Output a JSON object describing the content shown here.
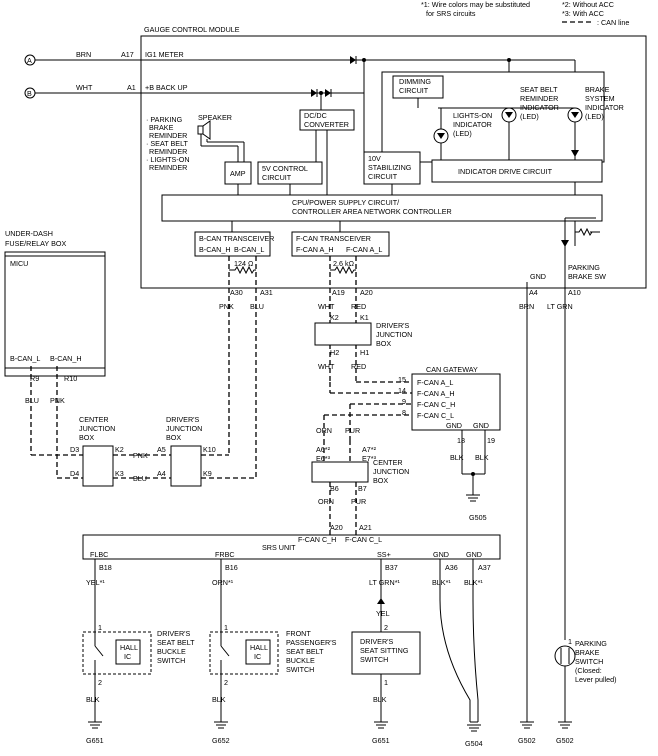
{
  "notes": {
    "note1": "*1: Wire colors may be substituted",
    "note1b": "for SRS circuits",
    "note2": "*2: Without ACC",
    "note3": "*3: With ACC",
    "legend_can": ": CAN line"
  },
  "gcm": {
    "title": "GAUGE CONTROL MODULE",
    "ig1_pin": "A17",
    "ig1_label": "IG1 METER",
    "backup_pin": "A1",
    "backup_label": "+B BACK UP",
    "dimming": [
      "DIMMING",
      "CIRCUIT"
    ],
    "dcdc": [
      "DC/DC",
      "CONVERTER"
    ],
    "reminders": [
      "· PARKING",
      "BRAKE",
      "REMINDER",
      "· SEAT BELT",
      "REMINDER",
      "· LIGHTS-ON",
      "REMINDER"
    ],
    "speaker": "SPEAKER",
    "amp": "AMP",
    "sv_control": [
      "5V CONTROL",
      "CIRCUIT"
    ],
    "stabilizing": [
      "10V",
      "STABILIZING",
      "CIRCUIT"
    ],
    "lights_on_led": [
      "LIGHTS-ON",
      "INDICATOR",
      "(LED)"
    ],
    "seatbelt_led": [
      "SEAT BELT",
      "REMINDER",
      "INDICATOR",
      "(LED)"
    ],
    "brake_led": [
      "BRAKE",
      "SYSTEM",
      "INDICATOR",
      "(LED)"
    ],
    "indicator_drive": "INDICATOR DRIVE CIRCUIT",
    "cpu": [
      "CPU/POWER SUPPLY CIRCUIT/",
      "CONTROLLER AREA NETWORK CONTROLLER"
    ],
    "bcan_trans": "B-CAN TRANSCEIVER",
    "bcan_h": "B-CAN_H",
    "bcan_l": "B-CAN_L",
    "fcan_trans": "F-CAN TRANSCEIVER",
    "fcan_ah": "F-CAN A_H",
    "fcan_al": "F-CAN A_L",
    "res_b": "124 Ω",
    "res_f": "2.6 kΩ",
    "gnd": "GND",
    "parking_sw": [
      "PARKING",
      "BRAKE SW"
    ],
    "pins": {
      "a30": "A30",
      "a31": "A31",
      "a19": "A19",
      "a20": "A20",
      "a4": "A4",
      "a10": "A10"
    }
  },
  "inputs": {
    "a_letter": "A",
    "a_color": "BRN",
    "b_letter": "B",
    "b_color": "WHT"
  },
  "wires": {
    "pnk": "PNK",
    "blu": "BLU",
    "wht": "WHT",
    "red": "RED",
    "brn": "BRN",
    "ltgrn": "LT GRN",
    "orn": "ORN",
    "pur": "PUR",
    "blk": "BLK",
    "yel": "YEL",
    "yel1": "YEL*¹",
    "orn1": "ORN*¹",
    "ltgrn1": "LT GRN*¹",
    "blk1": "BLK*¹"
  },
  "fuse_box": {
    "title": [
      "UNDER-DASH",
      "FUSE/RELAY BOX"
    ],
    "micu": "MICU",
    "bcan_l": "B-CAN_L",
    "bcan_h": "B-CAN_H",
    "r9": "R9",
    "r10": "R10"
  },
  "djb1": {
    "label": [
      "DRIVER'S",
      "JUNCTION",
      "BOX"
    ],
    "k2": "K2",
    "k1": "K1",
    "h2": "H2",
    "h1": "H1"
  },
  "gateway": {
    "title": "CAN GATEWAY",
    "pins": [
      "15",
      "14",
      "9",
      "8"
    ],
    "labels": [
      "F-CAN A_L",
      "F-CAN A_H",
      "F-CAN C_H",
      "F-CAN C_L"
    ],
    "gnd": "GND",
    "gnd_pins": [
      "18",
      "19"
    ],
    "ground": "G505"
  },
  "cjb_left": {
    "label": [
      "CENTER",
      "JUNCTION",
      "BOX"
    ],
    "d3": "D3",
    "k2": "K2",
    "d4": "D4",
    "k3": "K3"
  },
  "djb2": {
    "label": [
      "DRIVER'S",
      "JUNCTION",
      "BOX"
    ],
    "a5": "A5",
    "k10": "K10",
    "a4": "A4",
    "k9": "K9"
  },
  "cjb_mid": {
    "label": [
      "CENTER",
      "JUNCTION",
      "BOX"
    ],
    "a6": "A6*²",
    "e6": "E6*³",
    "a7": "A7*²",
    "e7": "E7*³",
    "b6": "B6",
    "b7": "B7"
  },
  "srs": {
    "title": "SRS UNIT",
    "fcan_ch": "F-CAN C_H",
    "fcan_cl": "F-CAN C_L",
    "a20": "A20",
    "a21": "A21",
    "flbc": "FLBC",
    "frbc": "FRBC",
    "ssp": "SS+",
    "gnd": "GND",
    "b18": "B18",
    "b16": "B16",
    "b37": "B37",
    "a36": "A36",
    "a37": "A37"
  },
  "switches": {
    "driver": [
      "DRIVER'S",
      "SEAT BELT",
      "BUCKLE",
      "SWITCH"
    ],
    "front": [
      "FRONT",
      "PASSENGER'S",
      "SEAT BELT",
      "BUCKLE",
      "SWITCH"
    ],
    "sitting": [
      "DRIVER'S",
      "SEAT SITTING",
      "SWITCH"
    ],
    "parking": [
      "PARKING",
      "BRAKE",
      "SWITCH",
      "(Closed:",
      "Lever pulled)"
    ],
    "hall": [
      "HALL",
      "IC"
    ],
    "pin1": "1",
    "pin2": "2"
  },
  "grounds": [
    "G651",
    "G652",
    "G651",
    "G504",
    "G502",
    "G502"
  ]
}
